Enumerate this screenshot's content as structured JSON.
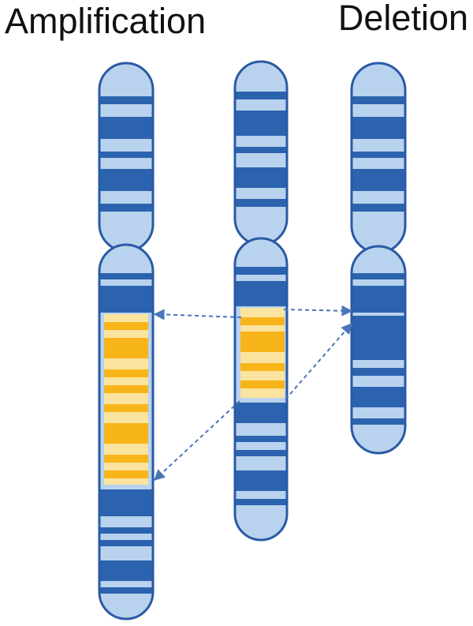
{
  "labels": {
    "amplification": "Amplification",
    "deletion": "Deletion"
  },
  "colors": {
    "outline": "#2a5aa6",
    "light": "#b9d3ee",
    "dark": "#2c63ae",
    "amp_yellow": "#f7b519",
    "amp_pale": "#fbe3a0",
    "arrow": "#4a76b8"
  },
  "chromosomes": [
    {
      "id": "amplified",
      "bands": [
        "light",
        "light",
        "dark",
        "dark",
        "light",
        "dark",
        "dark",
        "light",
        "light",
        "dark",
        "dark",
        "light",
        "light",
        "dark",
        "amp-yellow",
        "amp-pale",
        "amp-yellow",
        "amp-pale",
        "amp-yellow",
        "amp-pale",
        "amp-yellow",
        "amp-pale",
        "amp-yellow",
        "amp-pale",
        "dark",
        "light",
        "dark",
        "light",
        "dark",
        "light"
      ]
    },
    {
      "id": "normal",
      "bands": [
        "light",
        "dark",
        "dark",
        "light",
        "dark",
        "dark",
        "light",
        "dark",
        "light",
        "dark",
        "light",
        "light",
        "dark",
        "amp-pale",
        "amp-yellow",
        "amp-pale",
        "amp-yellow",
        "amp-pale",
        "amp-yellow",
        "amp-pale",
        "dark",
        "light",
        "dark",
        "light",
        "dark",
        "light"
      ]
    },
    {
      "id": "deleted",
      "bands": [
        "light",
        "light",
        "dark",
        "dark",
        "light",
        "dark",
        "dark",
        "light",
        "light",
        "dark",
        "dark",
        "light",
        "dark",
        "light",
        "dark",
        "light",
        "dark",
        "light"
      ]
    }
  ]
}
